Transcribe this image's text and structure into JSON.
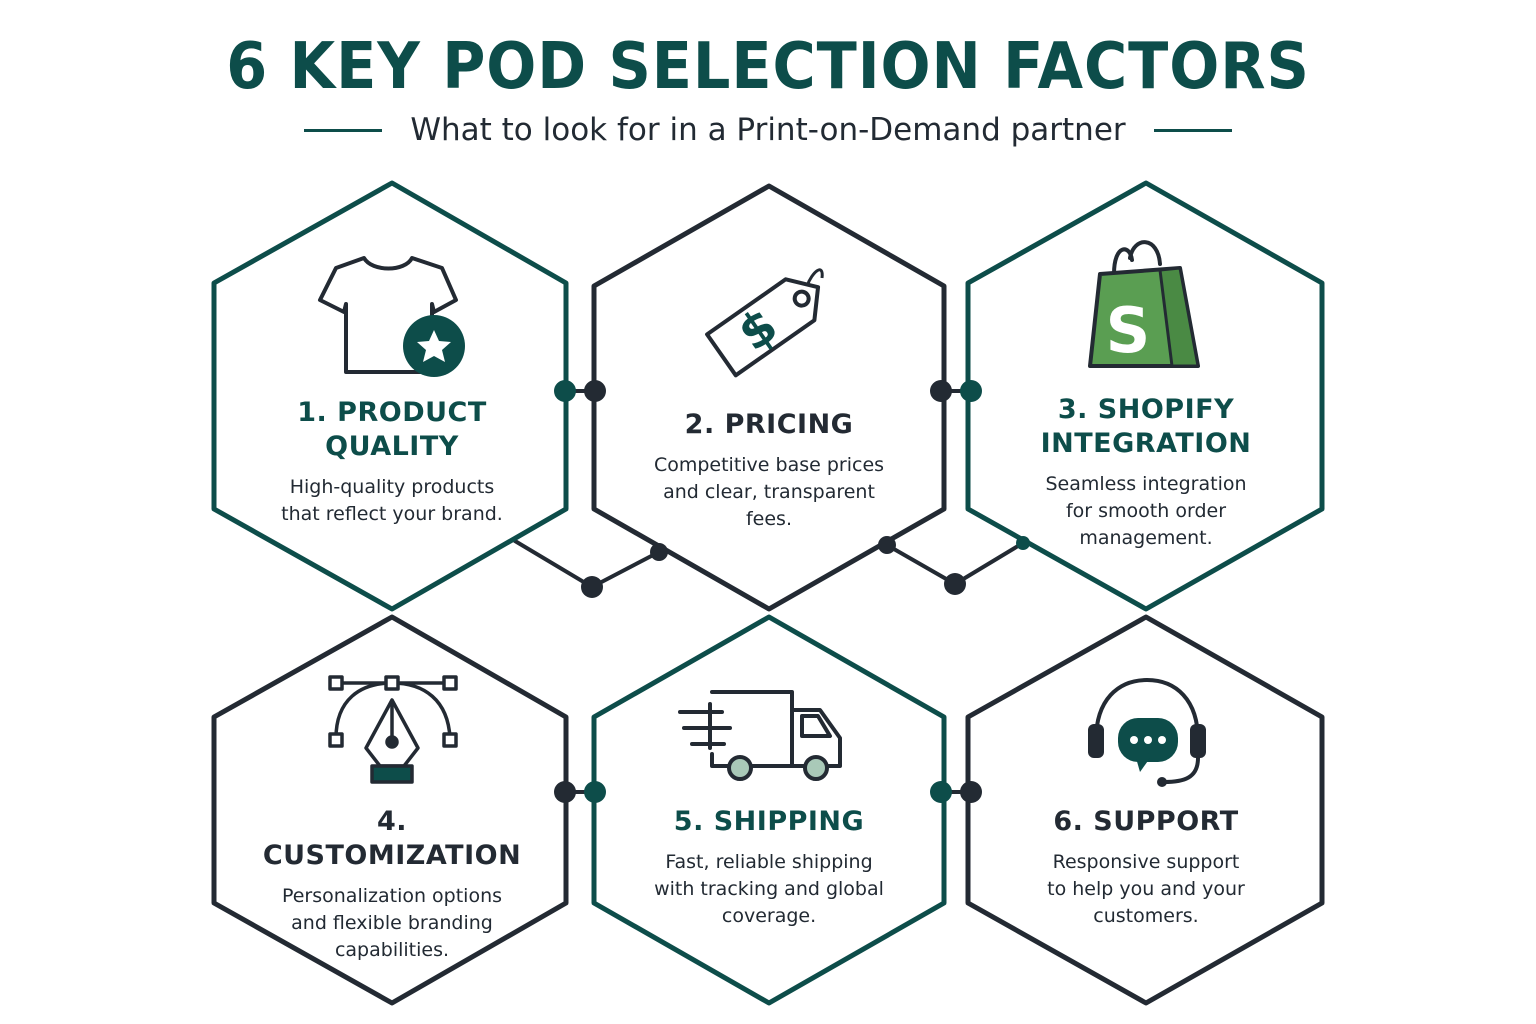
{
  "header": {
    "title": "6 KEY POD SELECTION FACTORS",
    "subtitle": "What to look for in a Print-on-Demand partner"
  },
  "colors": {
    "teal": "#0d4d4a",
    "dark": "#232a33",
    "shopify_green": "#5a9e52",
    "background": "#ffffff"
  },
  "factors": [
    {
      "title_line1": "1. PRODUCT",
      "title_line2": "QUALITY",
      "desc_line1": "High-quality products",
      "desc_line2": "that reflect your brand.",
      "desc_line3": "",
      "icon": "t-shirt-star-icon"
    },
    {
      "title_line1": "2. PRICING",
      "title_line2": "",
      "desc_line1": "Competitive base prices",
      "desc_line2": "and clear, transparent",
      "desc_line3": "fees.",
      "icon": "price-tag-dollar-icon"
    },
    {
      "title_line1": "3. SHOPIFY",
      "title_line2": "INTEGRATION",
      "desc_line1": "Seamless integration",
      "desc_line2": "for smooth order",
      "desc_line3": "management.",
      "icon": "shopify-bag-icon",
      "icon_letter": "S"
    },
    {
      "title_line1": "4. CUSTOMIZATION",
      "title_line2": "",
      "desc_line1": "Personalization options",
      "desc_line2": "and flexible branding",
      "desc_line3": "capabilities.",
      "icon": "pen-tool-icon"
    },
    {
      "title_line1": "5. SHIPPING",
      "title_line2": "",
      "desc_line1": "Fast, reliable shipping",
      "desc_line2": "with tracking and global",
      "desc_line3": "coverage.",
      "icon": "delivery-truck-icon"
    },
    {
      "title_line1": "6. SUPPORT",
      "title_line2": "",
      "desc_line1": "Responsive support",
      "desc_line2": "to help you and your",
      "desc_line3": "customers.",
      "icon": "headset-chat-icon"
    }
  ]
}
